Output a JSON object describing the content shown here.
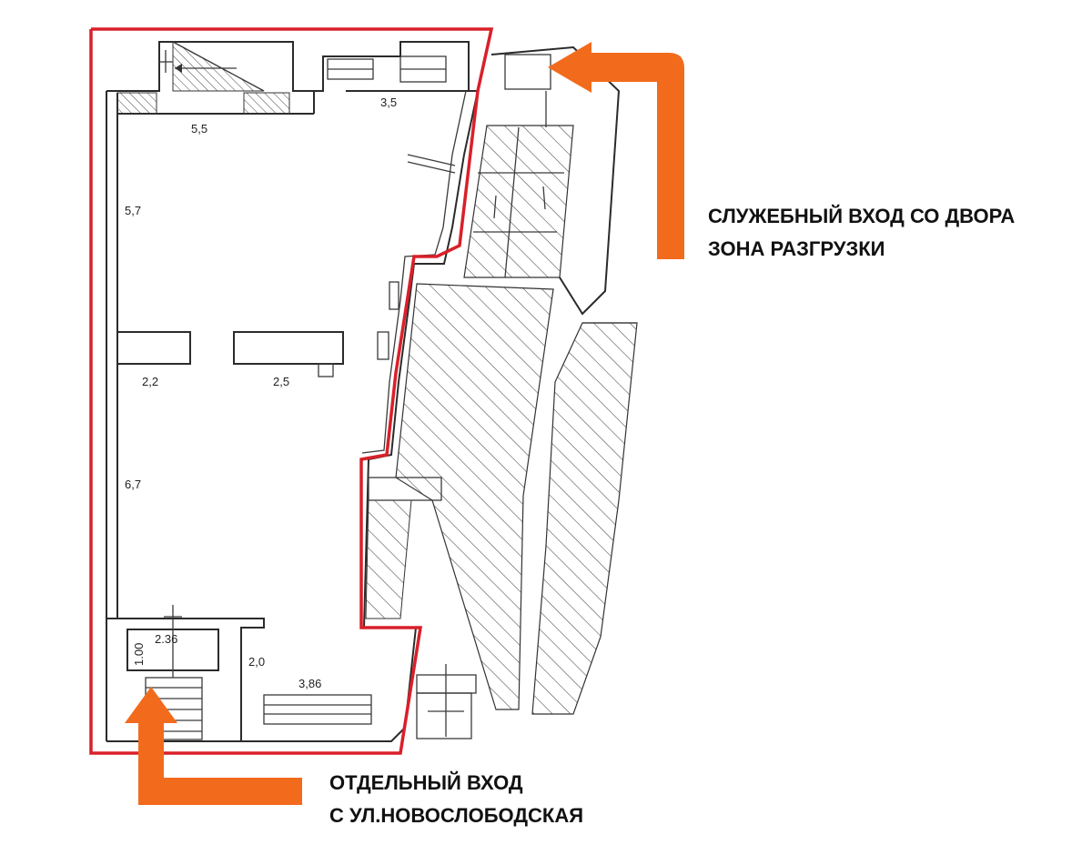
{
  "colors": {
    "boundary": "#d9202a",
    "arrow": "#f26b1d",
    "wall": "#2b2b2b"
  },
  "captions": {
    "service_entrance": {
      "line1": "СЛУЖЕБНЫЙ ВХОД СО ДВОРА",
      "line2": "ЗОНА РАЗГРУЗКИ"
    },
    "separate_entrance": {
      "line1": "ОТДЕЛЬНЫЙ ВХОД",
      "line2": "С УЛ.НОВОСЛОБОДСКАЯ"
    }
  },
  "dimensions": {
    "top_left_width": "5,5",
    "top_right_width": "3,5",
    "upper_left_height": "5,7",
    "middle_left_width": "2,2",
    "middle_right_width": "2,5",
    "lower_left_height": "6,7",
    "vestibule_width": "2.36",
    "vestibule_depth": "1.00",
    "vestibule_right_height": "2,0",
    "bottom_width": "3,86"
  },
  "icons": {
    "service_arrow": "bent-arrow-down-left-icon",
    "entrance_arrow": "bent-arrow-up-icon"
  }
}
